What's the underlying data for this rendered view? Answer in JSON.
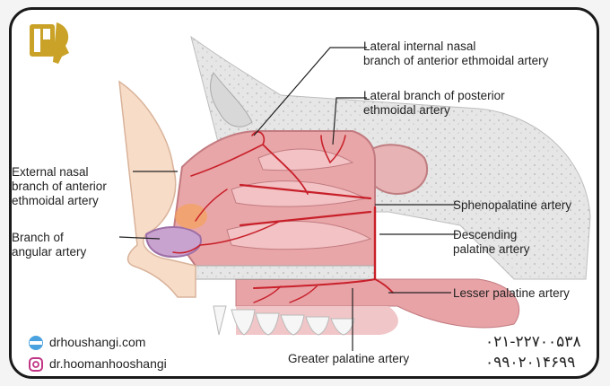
{
  "labels": {
    "lateral_internal": [
      "Lateral internal nasal",
      "branch of anterior ethmoidal artery"
    ],
    "lateral_posterior": [
      "Lateral branch of posterior",
      "ethmoidal artery"
    ],
    "external_nasal": [
      "External nasal",
      "branch of anterior",
      "ethmoidal artery"
    ],
    "angular": [
      "Branch of",
      "angular artery"
    ],
    "sphenopalatine": [
      "Sphenopalatine artery"
    ],
    "descending": [
      "Descending",
      "palatine artery"
    ],
    "lesser": [
      "Lesser palatine artery"
    ],
    "greater": [
      "Greater palatine artery"
    ]
  },
  "footer": {
    "website": "drhoushangi.com",
    "instagram": "dr.hoomanhooshangi",
    "phone1": "۰۲۱-۲۲۷۰۰۵۳۸",
    "phone2": "۰۹۹۰۲۰۱۴۶۹۹"
  },
  "colors": {
    "artery": "#c8202a",
    "mucosa": "#e9a6a8",
    "bone": "#e8e8e8",
    "skin": "#f7dcc8",
    "logo": "#c9a227"
  }
}
